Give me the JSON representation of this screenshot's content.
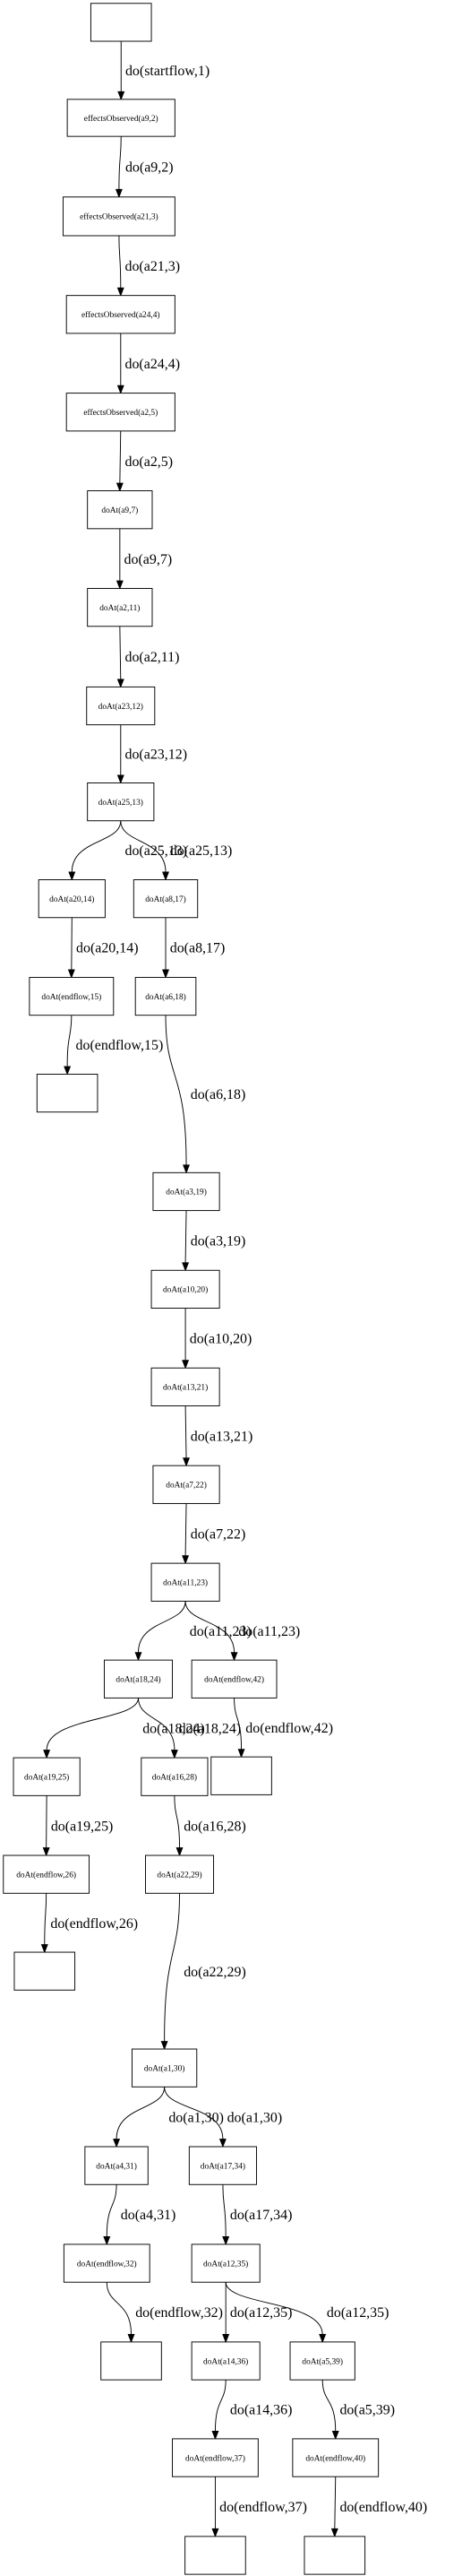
{
  "diagram": {
    "nodes": [
      {
        "id": "start",
        "label": ""
      },
      {
        "id": "n1",
        "label": "effectsObserved(a9,2)"
      },
      {
        "id": "n2",
        "label": "effectsObserved(a21,3)"
      },
      {
        "id": "n3",
        "label": "effectsObserved(a24,4)"
      },
      {
        "id": "n4",
        "label": "effectsObserved(a2,5)"
      },
      {
        "id": "n5",
        "label": "doAt(a9,7)"
      },
      {
        "id": "n6",
        "label": "doAt(a2,11)"
      },
      {
        "id": "n7",
        "label": "doAt(a23,12)"
      },
      {
        "id": "n8",
        "label": "doAt(a25,13)"
      },
      {
        "id": "n9",
        "label": "doAt(a20,14)"
      },
      {
        "id": "n10",
        "label": "doAt(a8,17)"
      },
      {
        "id": "n11",
        "label": "doAt(endflow,15)"
      },
      {
        "id": "n12",
        "label": "doAt(a6,18)"
      },
      {
        "id": "end1",
        "label": ""
      },
      {
        "id": "n13",
        "label": "doAt(a3,19)"
      },
      {
        "id": "n14",
        "label": "doAt(a10,20)"
      },
      {
        "id": "n15",
        "label": "doAt(a13,21)"
      },
      {
        "id": "n16",
        "label": "doAt(a7,22)"
      },
      {
        "id": "n17",
        "label": "doAt(a11,23)"
      },
      {
        "id": "n18",
        "label": "doAt(a18,24)"
      },
      {
        "id": "n19",
        "label": "doAt(endflow,42)"
      },
      {
        "id": "n20",
        "label": "doAt(a19,25)"
      },
      {
        "id": "n21",
        "label": "doAt(a16,28)"
      },
      {
        "id": "end2",
        "label": ""
      },
      {
        "id": "n22",
        "label": "doAt(endflow,26)"
      },
      {
        "id": "n23",
        "label": "doAt(a22,29)"
      },
      {
        "id": "end3",
        "label": ""
      },
      {
        "id": "n24",
        "label": "doAt(a1,30)"
      },
      {
        "id": "n25",
        "label": "doAt(a4,31)"
      },
      {
        "id": "n26",
        "label": "doAt(a17,34)"
      },
      {
        "id": "n27",
        "label": "doAt(endflow,32)"
      },
      {
        "id": "n28",
        "label": "doAt(a12,35)"
      },
      {
        "id": "end4",
        "label": ""
      },
      {
        "id": "n29",
        "label": "doAt(a14,36)"
      },
      {
        "id": "n30",
        "label": "doAt(a5,39)"
      },
      {
        "id": "n31",
        "label": "doAt(endflow,37)"
      },
      {
        "id": "n32",
        "label": "doAt(endflow,40)"
      },
      {
        "id": "end5",
        "label": ""
      },
      {
        "id": "end6",
        "label": ""
      }
    ],
    "edges": [
      {
        "from": "start",
        "to": "n1",
        "label": "do(startflow,1)"
      },
      {
        "from": "n1",
        "to": "n2",
        "label": "do(a9,2)"
      },
      {
        "from": "n2",
        "to": "n3",
        "label": "do(a21,3)"
      },
      {
        "from": "n3",
        "to": "n4",
        "label": "do(a24,4)"
      },
      {
        "from": "n4",
        "to": "n5",
        "label": "do(a2,5)"
      },
      {
        "from": "n5",
        "to": "n6",
        "label": "do(a9,7)"
      },
      {
        "from": "n6",
        "to": "n7",
        "label": "do(a2,11)"
      },
      {
        "from": "n7",
        "to": "n8",
        "label": "do(a23,12)"
      },
      {
        "from": "n8",
        "to": "n9",
        "label": "do(a25,13)"
      },
      {
        "from": "n8",
        "to": "n10",
        "label": "do(a25,13)"
      },
      {
        "from": "n9",
        "to": "n11",
        "label": "do(a20,14)"
      },
      {
        "from": "n10",
        "to": "n12",
        "label": "do(a8,17)"
      },
      {
        "from": "n11",
        "to": "end1",
        "label": "do(endflow,15)"
      },
      {
        "from": "n12",
        "to": "n13",
        "label": "do(a6,18)"
      },
      {
        "from": "n13",
        "to": "n14",
        "label": "do(a3,19)"
      },
      {
        "from": "n14",
        "to": "n15",
        "label": "do(a10,20)"
      },
      {
        "from": "n15",
        "to": "n16",
        "label": "do(a13,21)"
      },
      {
        "from": "n16",
        "to": "n17",
        "label": "do(a7,22)"
      },
      {
        "from": "n17",
        "to": "n18",
        "label": "do(a11,23)"
      },
      {
        "from": "n17",
        "to": "n19",
        "label": "do(a11,23)"
      },
      {
        "from": "n18",
        "to": "n20",
        "label": "do(a18,24)"
      },
      {
        "from": "n18",
        "to": "n21",
        "label": "do(a18,24)"
      },
      {
        "from": "n19",
        "to": "end2",
        "label": "do(endflow,42)"
      },
      {
        "from": "n20",
        "to": "n22",
        "label": "do(a19,25)"
      },
      {
        "from": "n21",
        "to": "n23",
        "label": "do(a16,28)"
      },
      {
        "from": "n22",
        "to": "end3",
        "label": "do(endflow,26)"
      },
      {
        "from": "n23",
        "to": "n24",
        "label": "do(a22,29)"
      },
      {
        "from": "n24",
        "to": "n25",
        "label": "do(a1,30)"
      },
      {
        "from": "n24",
        "to": "n26",
        "label": "do(a1,30)"
      },
      {
        "from": "n25",
        "to": "n27",
        "label": "do(a4,31)"
      },
      {
        "from": "n26",
        "to": "n28",
        "label": "do(a17,34)"
      },
      {
        "from": "n27",
        "to": "end4",
        "label": "do(endflow,32)"
      },
      {
        "from": "n28",
        "to": "n29",
        "label": "do(a12,35)"
      },
      {
        "from": "n28",
        "to": "n30",
        "label": "do(a12,35)"
      },
      {
        "from": "n29",
        "to": "n31",
        "label": "do(a14,36)"
      },
      {
        "from": "n30",
        "to": "n32",
        "label": "do(a5,39)"
      },
      {
        "from": "n31",
        "to": "end5",
        "label": "do(endflow,37)"
      },
      {
        "from": "n32",
        "to": "end6",
        "label": "do(endflow,40)"
      }
    ]
  }
}
